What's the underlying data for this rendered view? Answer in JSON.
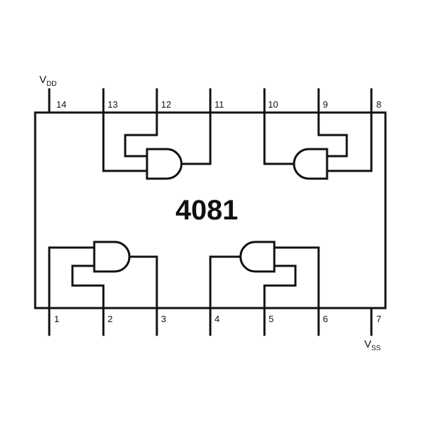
{
  "chip": {
    "part_number": "4081"
  },
  "supply": {
    "vdd_main": "V",
    "vdd_sub": "DD",
    "vss_main": "V",
    "vss_sub": "SS"
  },
  "pins": {
    "top": [
      "14",
      "13",
      "12",
      "11",
      "10",
      "9",
      "8"
    ],
    "bottom": [
      "1",
      "2",
      "3",
      "4",
      "5",
      "6",
      "7"
    ]
  }
}
